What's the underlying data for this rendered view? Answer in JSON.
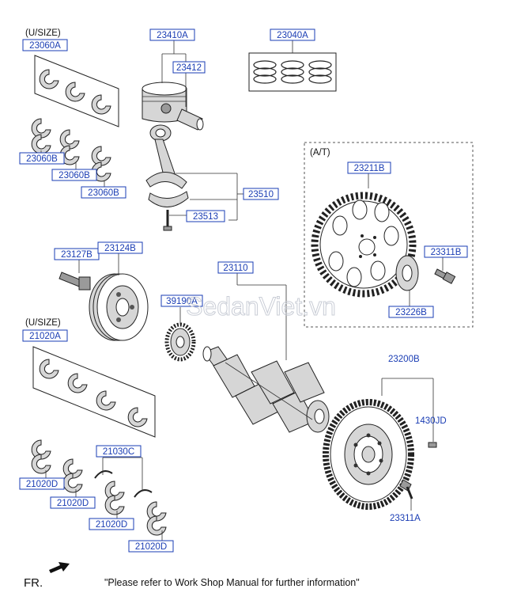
{
  "diagram": {
    "note": "\"Please refer to Work Shop Manual for further information\"",
    "front_marker": "FR.",
    "watermark": "SedanViet.vn",
    "section_labels": {
      "usize_top": "(U/SIZE)",
      "usize_bottom": "(U/SIZE)",
      "at": "(A/T)"
    },
    "part_labels": {
      "p23410A": "23410A",
      "p23040A": "23040A",
      "p23412": "23412",
      "p23060A": "23060A",
      "p23060B_1": "23060B",
      "p23060B_2": "23060B",
      "p23060B_3": "23060B",
      "p23510": "23510",
      "p23513": "23513",
      "p23211B": "23211B",
      "p23311B": "23311B",
      "p23226B": "23226B",
      "p23127B": "23127B",
      "p23124B": "23124B",
      "p23110": "23110",
      "p39190A": "39190A",
      "p21020A": "21020A",
      "p21030C": "21030C",
      "p21020D_1": "21020D",
      "p21020D_2": "21020D",
      "p21020D_3": "21020D",
      "p21020D_4": "21020D"
    },
    "plain_labels": {
      "p23200B": "23200B",
      "p1430JD": "1430JD",
      "p23311A": "23311A"
    }
  }
}
